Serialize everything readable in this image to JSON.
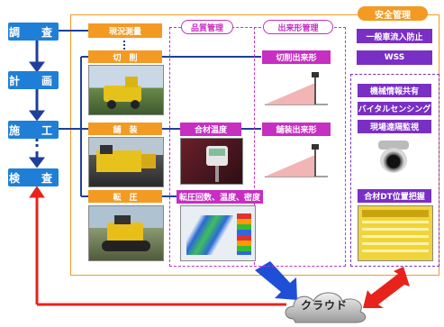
{
  "flow": {
    "steps": [
      "調　査",
      "計　画",
      "施　工",
      "検　査"
    ],
    "survey": "現況測量",
    "cutting": "切　削",
    "paving": "舗　装",
    "rolling": "転　圧"
  },
  "quality": {
    "header": "品質管理",
    "mix_temp": "合材温度",
    "rolling_info": "転圧回数、温度、密度"
  },
  "dimension": {
    "header": "出来形管理",
    "cut_shape": "切削出来形",
    "pave_shape": "舗装出来形"
  },
  "safety": {
    "header": "安全管理",
    "items": [
      "一般車流入防止",
      "WSS"
    ],
    "sub_items": [
      "機械情報共有",
      "バイタルセンシング",
      "現場遠隔監視"
    ],
    "dt_position": "合材DT位置把握"
  },
  "cloud": "クラウド",
  "colors": {
    "blue": "#1f7fd6",
    "orange": "#f39a22",
    "magenta": "#c72ec2",
    "purple": "#7a2fc4",
    "red": "#e8231b"
  }
}
